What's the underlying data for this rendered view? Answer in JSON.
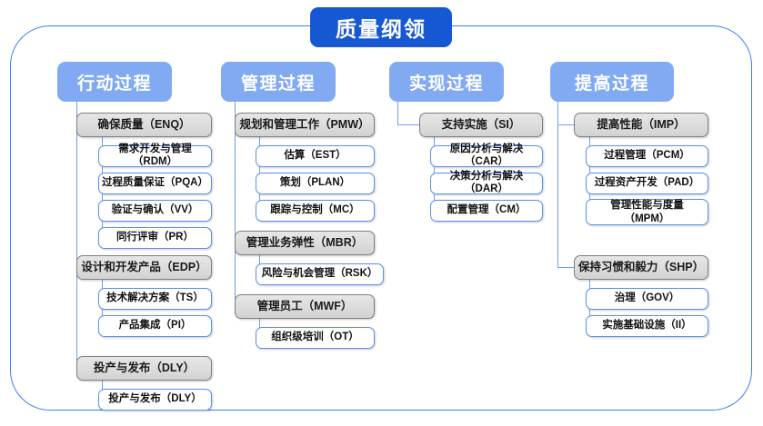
{
  "diagram": {
    "title": "质量纲领",
    "type": "org-hierarchy",
    "colors": {
      "root": "#1658d3",
      "column_header": "#82aaf2",
      "level2_fill": "#dcdcdc",
      "level2_border": "#808080",
      "level3_fill": "#ffffff",
      "level3_border": "#5b8ff0",
      "frame_border": "#3d7ef0",
      "connector": "#6e9df2"
    },
    "columns": [
      {
        "header": "行动过程",
        "groups": [
          {
            "label": "确保质量（ENQ）",
            "items": [
              "需求开发与管理（RDM）",
              "过程质量保证（PQA）",
              "验证与确认（VV）",
              "同行评审（PR）"
            ]
          },
          {
            "label": "设计和开发产品（EDP）",
            "items": [
              "技术解决方案（TS）",
              "产品集成（PI）"
            ]
          },
          {
            "label": "投产与发布（DLY）",
            "items": [
              "投产与发布（DLY）"
            ]
          }
        ]
      },
      {
        "header": "管理过程",
        "groups": [
          {
            "label": "规划和管理工作（PMW）",
            "items": [
              "估算（EST）",
              "策划（PLAN）",
              "跟踪与控制（MC）"
            ]
          },
          {
            "label": "管理业务弹性（MBR）",
            "items": [
              "风险与机会管理（RSK）"
            ]
          },
          {
            "label": "管理员工（MWF）",
            "items": [
              "组织级培训（OT）"
            ]
          }
        ]
      },
      {
        "header": "实现过程",
        "groups": [
          {
            "label": "支持实施（SI）",
            "items": [
              "原因分析与解决（CAR）",
              "决策分析与解决（DAR）",
              "配置管理（CM）"
            ]
          }
        ]
      },
      {
        "header": "提高过程",
        "groups": [
          {
            "label": "提高性能（IMP）",
            "items": [
              "过程管理（PCM）",
              "过程资产开发（PAD）",
              "管理性能与度量\n（MPM）"
            ]
          },
          {
            "label": "保持习惯和毅力（SHP）",
            "items": [
              "治理（GOV）",
              "实施基础设施（II）"
            ]
          }
        ]
      }
    ]
  }
}
